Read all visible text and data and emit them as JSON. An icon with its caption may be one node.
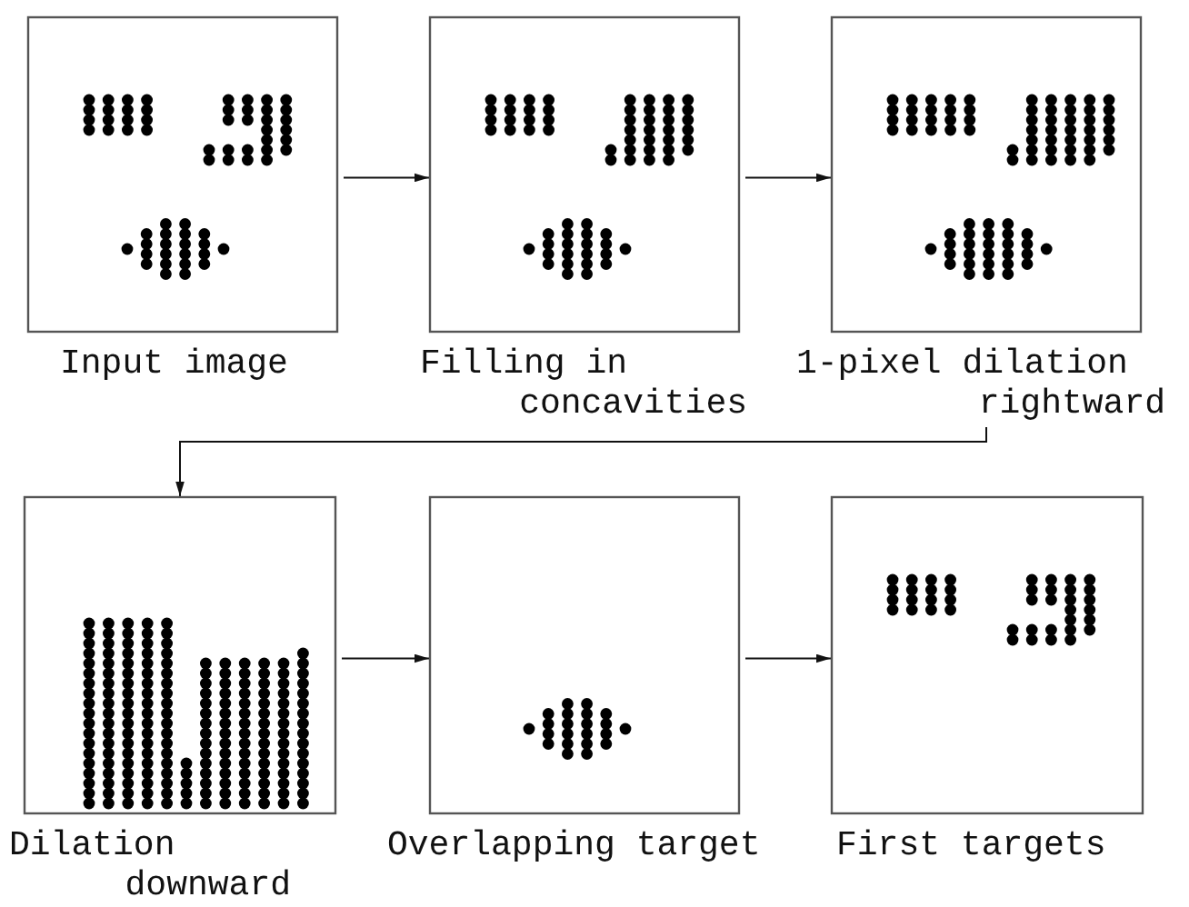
{
  "diagram": {
    "nodes": [
      {
        "text": [
          "Input image"
        ]
      },
      {
        "text": [
          "Filling in concavities"
        ]
      },
      {
        "text": [
          "1-pixel dilation rightward"
        ]
      },
      {
        "text": [
          "Dilation downward"
        ]
      },
      {
        "text": [
          "Overlapping target"
        ]
      },
      {
        "text": [
          "First targets"
        ]
      }
    ],
    "edges": [
      {
        "from": 0,
        "to": 1,
        "arrow": "to"
      },
      {
        "from": 1,
        "to": 2,
        "arrow": "to"
      },
      {
        "from": 2,
        "to": 3,
        "arrow": "to"
      },
      {
        "from": 3,
        "to": 4,
        "arrow": "to"
      },
      {
        "from": 4,
        "to": 5,
        "arrow": "to"
      }
    ]
  }
}
